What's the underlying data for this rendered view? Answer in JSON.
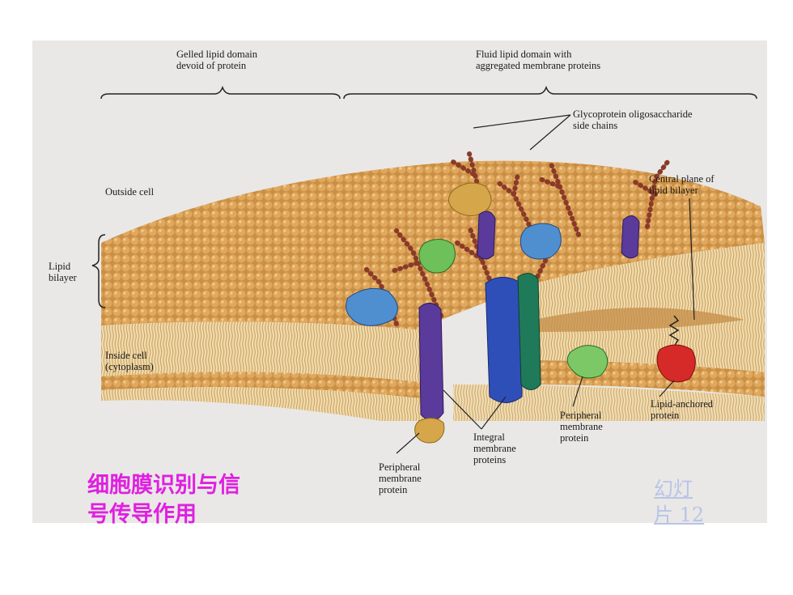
{
  "labels": {
    "gelled": "Gelled lipid domain\ndevoid of protein",
    "fluid": "Fluid lipid domain with\naggregated membrane proteins",
    "glyco": "Glycoprotein oligosaccharide\nside chains",
    "central": "Central plane of\nlipid bilayer",
    "outside": "Outside cell",
    "bilayer": "Lipid\nbilayer",
    "inside": "Inside cell\n(cytoplasm)",
    "lipid_anchored": "Lipid-anchored\nprotein",
    "peripheral_right": "Peripheral\nmembrane\nprotein",
    "integral": "Integral\nmembrane\nproteins",
    "peripheral_left": "Peripheral\nmembrane\nprotein"
  },
  "caption": "细胞膜识别与信\n号传导作用",
  "slide_link": "幻灯\n片 12",
  "colors": {
    "caption": "#e020e0",
    "link": "#b8c4e6",
    "lipid_head": "#d9a35a",
    "lipid_tail": "#e8c88a"
  }
}
